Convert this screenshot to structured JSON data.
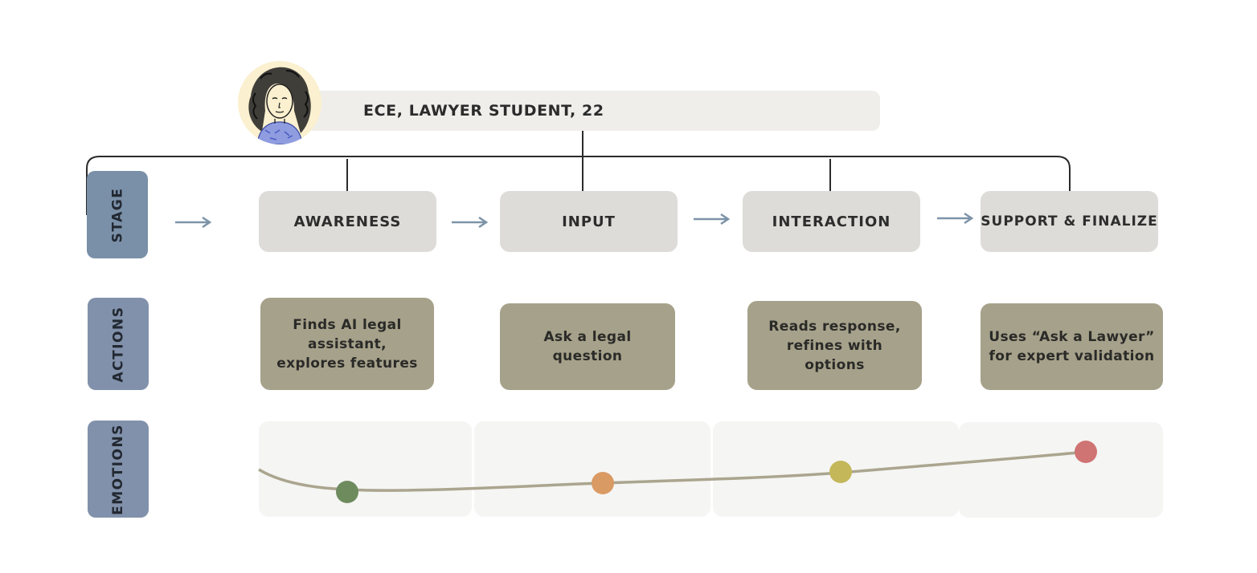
{
  "persona": {
    "name": "ECE, LAWYER STUDENT, 22",
    "avatar_icon": "persona-portrait-icon"
  },
  "rows": {
    "stage": "STAGE",
    "actions": "ACTIONS",
    "emotions": "EMOTIONS"
  },
  "stages": [
    {
      "label": "AWARENESS"
    },
    {
      "label": "INPUT"
    },
    {
      "label": "INTERACTION"
    },
    {
      "label": "SUPPORT & FINALIZE"
    }
  ],
  "actions": [
    {
      "text": "Finds AI legal assistant, explores features"
    },
    {
      "text": "Ask a legal question"
    },
    {
      "text": "Reads response, refines with options"
    },
    {
      "text": "Uses “Ask a Lawyer” for expert validation"
    }
  ],
  "emotions": [
    {
      "stage": "AWARENESS",
      "color": "#6e8b5e"
    },
    {
      "stage": "INPUT",
      "color": "#d99a64"
    },
    {
      "stage": "INTERACTION",
      "color": "#c3b75a"
    },
    {
      "stage": "SUPPORT & FINALIZE",
      "color": "#cf7373"
    }
  ],
  "colors": {
    "row_label": "#7b8ea6",
    "stage_box": "#dddcd8",
    "action_box": "#a6a18a",
    "emotion_curve": "#aaa58e",
    "arrow": "#7d93a8"
  }
}
